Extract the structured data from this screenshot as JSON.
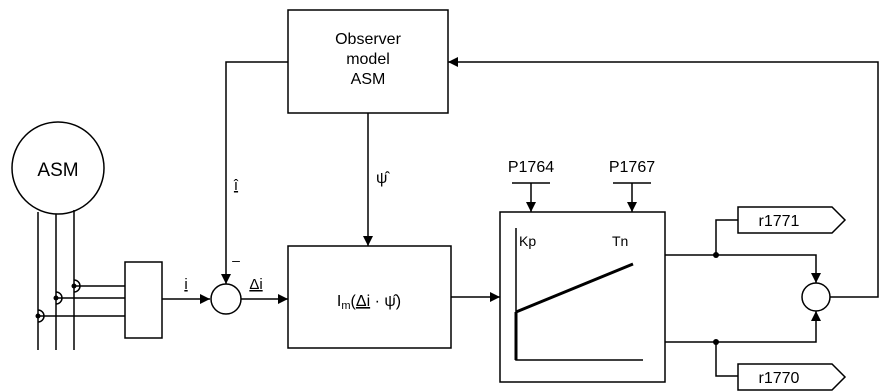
{
  "motor": {
    "label": "ASM"
  },
  "observer": {
    "line1": "Observer",
    "line2": "model",
    "line3": "ASM"
  },
  "signals": {
    "i_hat": "î",
    "psi_hat": "ψ̂",
    "minus": "–",
    "i": "i",
    "delta_i": "Δi"
  },
  "controller_block": {
    "im_prefix": "I",
    "im_sub": "m",
    "im_expr_open": "(",
    "im_delta_i": "Δi",
    "im_dot": " · ",
    "im_psi": "ψ̂",
    "im_expr_close": ")"
  },
  "pi_controller": {
    "kp_param": "P1764",
    "tn_param": "P1767",
    "kp_label": "Kp",
    "tn_label": "Tn"
  },
  "outputs": {
    "top": "r1771",
    "bottom": "r1770"
  }
}
